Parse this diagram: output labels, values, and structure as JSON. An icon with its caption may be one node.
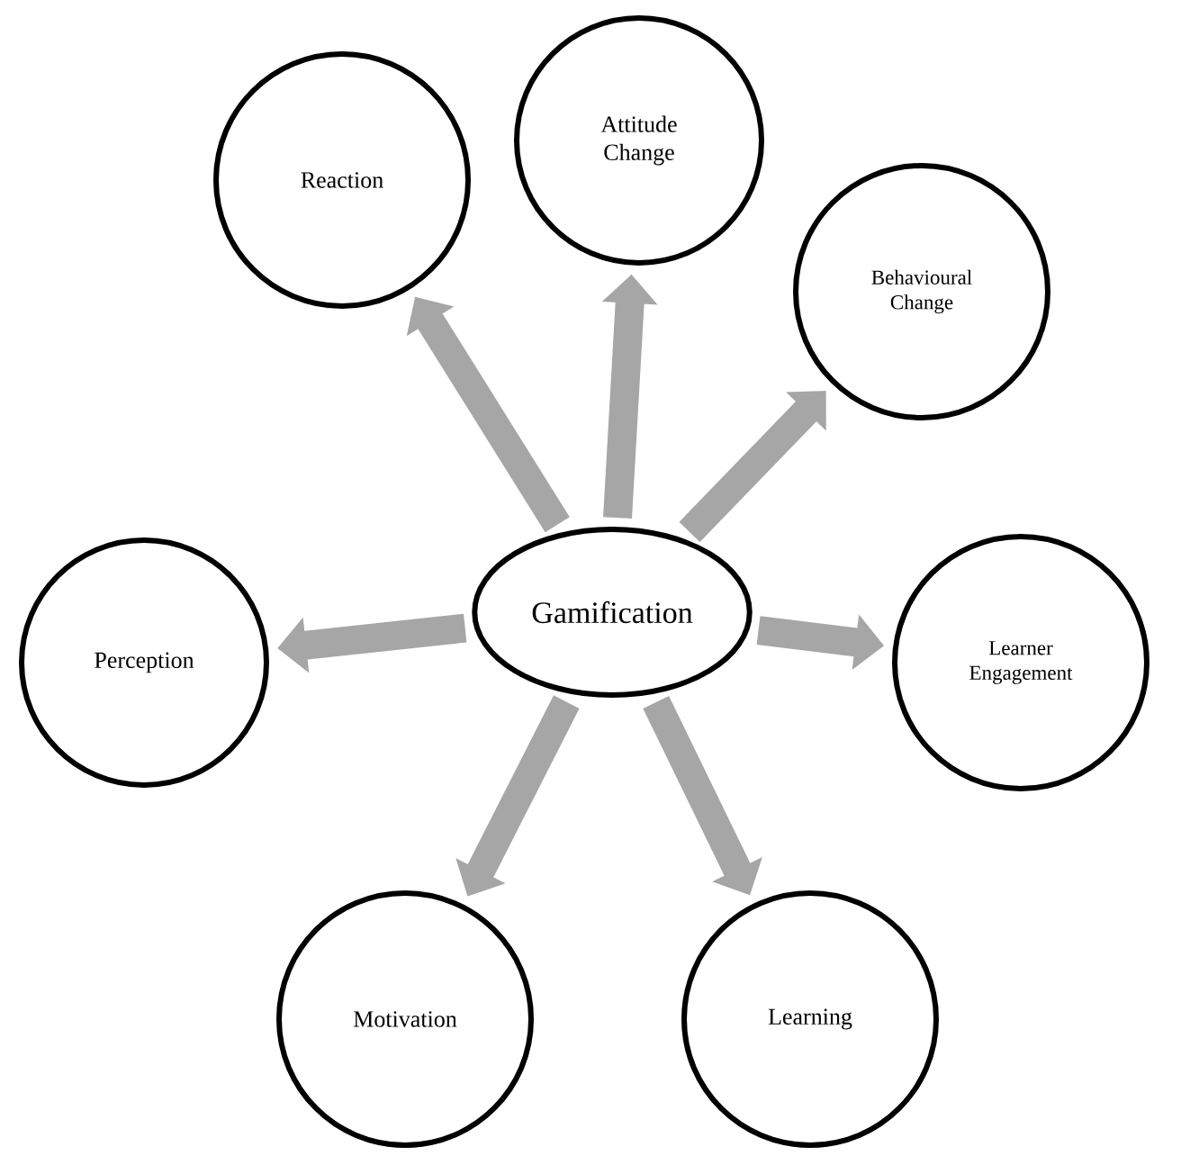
{
  "diagram": {
    "nodes": [
      {
        "text": [
          "Gamification"
        ]
      },
      {
        "text": [
          "Attitude Change"
        ]
      },
      {
        "text": [
          "Behavioural Change"
        ]
      },
      {
        "text": [
          "Learner Engagement"
        ]
      },
      {
        "text": [
          "Learning"
        ]
      },
      {
        "text": [
          "Motivation"
        ]
      },
      {
        "text": [
          "Perception"
        ]
      },
      {
        "text": [
          "Reaction"
        ]
      }
    ],
    "edges": [
      {
        "from": 0,
        "to": 1,
        "arrow": "to"
      },
      {
        "from": 0,
        "to": 2,
        "arrow": "to"
      },
      {
        "from": 0,
        "to": 3,
        "arrow": "to"
      },
      {
        "from": 0,
        "to": 4,
        "arrow": "to"
      },
      {
        "from": 0,
        "to": 5,
        "arrow": "to"
      },
      {
        "from": 0,
        "to": 6,
        "arrow": "to"
      },
      {
        "from": 0,
        "to": 7,
        "arrow": "to"
      }
    ]
  }
}
